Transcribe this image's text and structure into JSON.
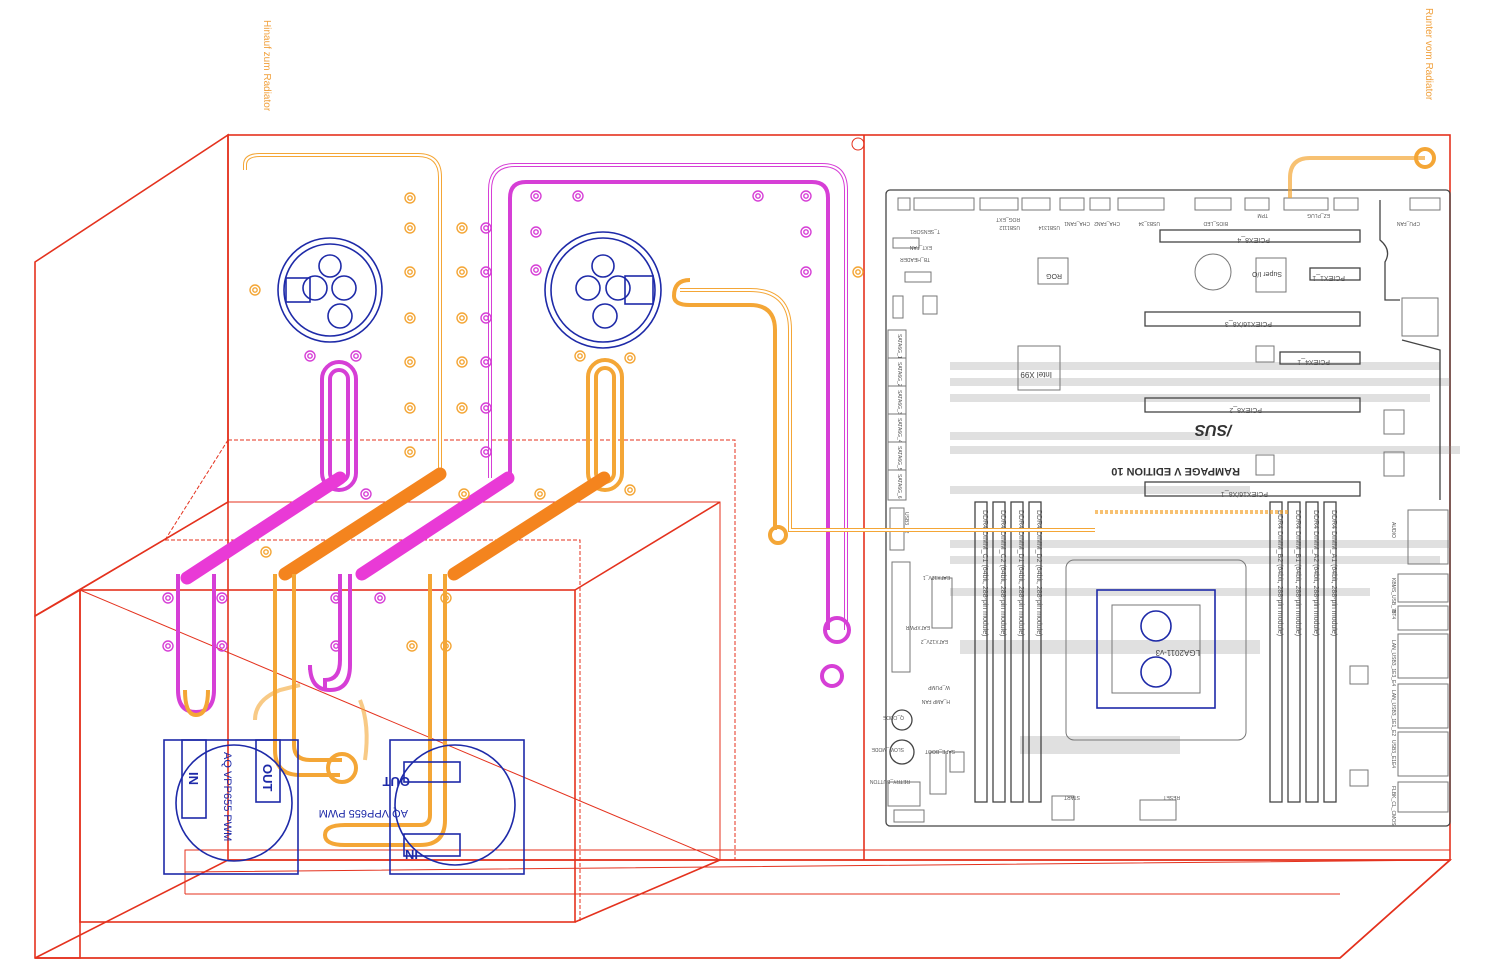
{
  "labels": {
    "radiator_up": "Hinauf zum Radiator",
    "radiator_down": "Runter vom Radiator"
  },
  "pumps": [
    {
      "name": "AQ VPP655 PWM",
      "in": "IN",
      "out": "OUT"
    },
    {
      "name": "AQ VPP655 PWM",
      "in": "IN",
      "out": "OUT"
    }
  ],
  "motherboard": {
    "brand": "/SUS",
    "model": "RAMPAGE V EDITION 10",
    "chipset": "Intel X99",
    "socket": "LGA2011-v3",
    "super_io": "Super I/O",
    "rog": "ROG",
    "pcie_slots": [
      "PCIEX8_4",
      "PCIEX1_1",
      "PCIEX16/X8_3",
      "PCIEX4_1",
      "PCIEX8_2",
      "PCIEX16/X8_1"
    ],
    "dimm_left": [
      "DDR4 DIMM_C1 (64bit, 288-pin module)",
      "DDR4 DIMM_C2 (64bit, 288-pin module)",
      "DDR4 DIMM_D1 (64bit, 288-pin module)",
      "DDR4 DIMM_D2 (64bit, 288-pin module)"
    ],
    "dimm_right": [
      "DDR4 DIMM_B2 (64bit, 288-pin module)",
      "DDR4 DIMM_B1 (64bit, 288-pin module)",
      "DDR4 DIMM_A2 (64bit, 288-pin module)",
      "DDR4 DIMM_A1 (64bit, 288-pin module)"
    ],
    "sata": [
      "SATA6G_1",
      "SATA6G_2",
      "SATA6G_3",
      "SATA6G_4",
      "SATA6G_5",
      "SATA6G_6"
    ],
    "rear_io": [
      "AUDIO",
      "KBMS_USB_78",
      "BT4",
      "LAN_USB3_1E3_E4",
      "LAN_USB3_1E1_E2",
      "USB3_E1E4",
      "FLBK_CL_CMOS"
    ],
    "headers": [
      "CPU_FAN",
      "CHA_FAN1",
      "CHA_FAN2",
      "USB1112",
      "USB1314",
      "USB3_34",
      "ROG_EXT",
      "T_SENSOR1",
      "EXT_FAN",
      "TB_HEADER",
      "BIOS_LED",
      "TPM",
      "EZ_PLUG",
      "USB3_12",
      "EATXPWR",
      "EATX12V_1",
      "EATX12V_2",
      "W_PUMP",
      "H_AMP FAN",
      "SAFE_BOOT",
      "RETRY_BUTTON",
      "SLOW_MODE",
      "Q_CODE",
      "START",
      "RESET"
    ]
  }
}
